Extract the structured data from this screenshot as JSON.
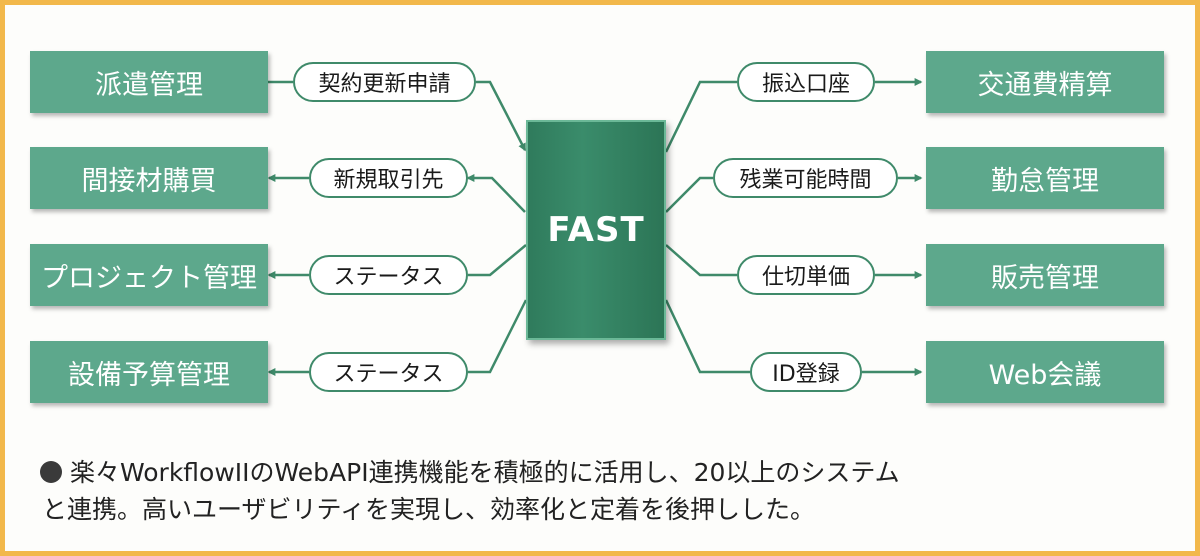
{
  "diagram": {
    "hub": {
      "label": "FAST"
    },
    "left": [
      {
        "system": "派遣管理",
        "connector": "契約更新申請",
        "direction": "to-hub"
      },
      {
        "system": "間接材購買",
        "connector": "新規取引先",
        "direction": "to-system"
      },
      {
        "system": "プロジェクト管理",
        "connector": "ステータス",
        "direction": "to-system"
      },
      {
        "system": "設備予算管理",
        "connector": "ステータス",
        "direction": "to-system"
      }
    ],
    "right": [
      {
        "system": "交通費精算",
        "connector": "振込口座",
        "direction": "to-system"
      },
      {
        "system": "勤怠管理",
        "connector": "残業可能時間",
        "direction": "to-system"
      },
      {
        "system": "販売管理",
        "connector": "仕切単価",
        "direction": "to-system"
      },
      {
        "system": "Web会議",
        "connector": "ID登録",
        "direction": "to-system"
      }
    ],
    "colors": {
      "box": "#5da88c",
      "hub": "#2f7b5c",
      "line": "#3f8a6a",
      "frame_border": "#f2b84b"
    }
  },
  "footer": {
    "line1": "楽々WorkflowIIのWebAPI連携機能を積極的に活用し、20以上のシステム",
    "line2": "と連携。高いユーザビリティを実現し、効率化と定着を後押しした。"
  }
}
